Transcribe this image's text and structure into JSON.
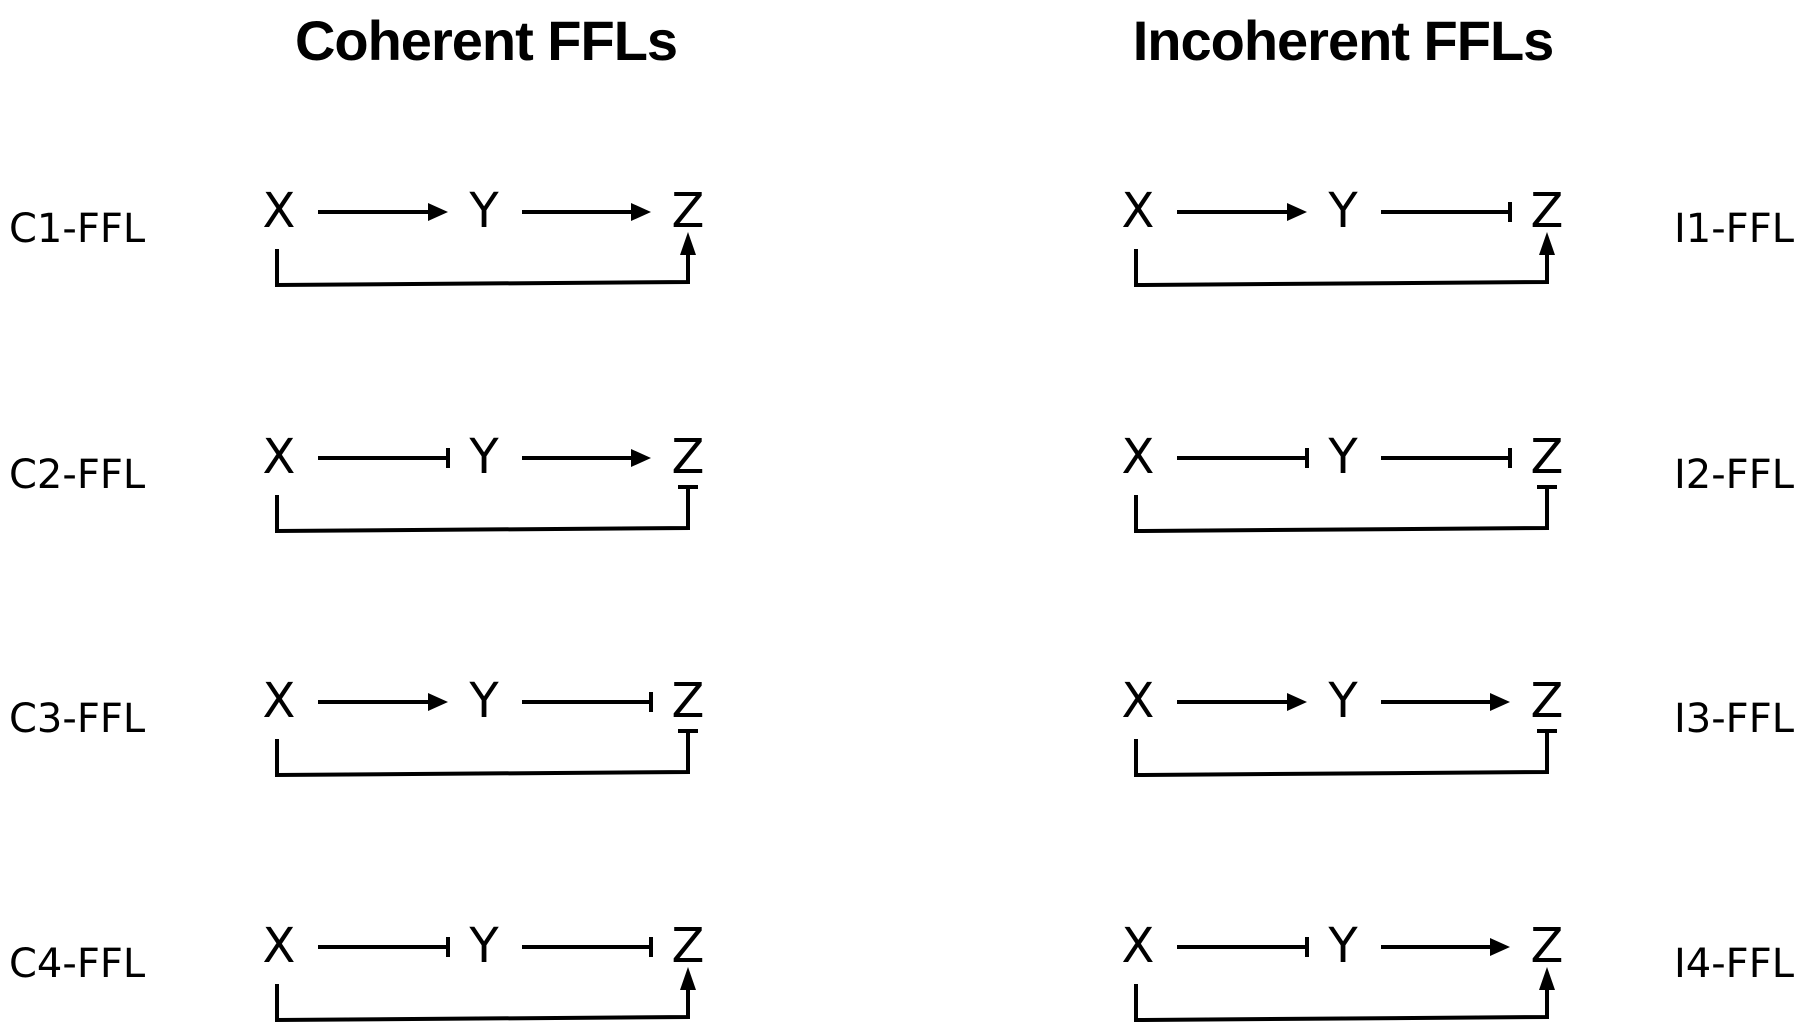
{
  "titles": {
    "coherent": "Coherent FFLs",
    "incoherent": "Incoherent FFLs"
  },
  "nodes": {
    "x": "X",
    "y": "Y",
    "z": "Z"
  },
  "colors": {
    "ink": "#000000"
  },
  "coherent": [
    {
      "label": "C1-FFL",
      "xy": "activation",
      "yz": "activation",
      "xz": "activation"
    },
    {
      "label": "C2-FFL",
      "xy": "repression",
      "yz": "activation",
      "xz": "repression"
    },
    {
      "label": "C3-FFL",
      "xy": "activation",
      "yz": "repression",
      "xz": "repression"
    },
    {
      "label": "C4-FFL",
      "xy": "repression",
      "yz": "repression",
      "xz": "activation"
    }
  ],
  "incoherent": [
    {
      "label": "I1-FFL",
      "xy": "activation",
      "yz": "repression",
      "xz": "activation"
    },
    {
      "label": "I2-FFL",
      "xy": "repression",
      "yz": "repression",
      "xz": "repression"
    },
    {
      "label": "I3-FFL",
      "xy": "activation",
      "yz": "activation",
      "xz": "repression"
    },
    {
      "label": "I4-FFL",
      "xy": "repression",
      "yz": "activation",
      "xz": "activation"
    }
  ]
}
